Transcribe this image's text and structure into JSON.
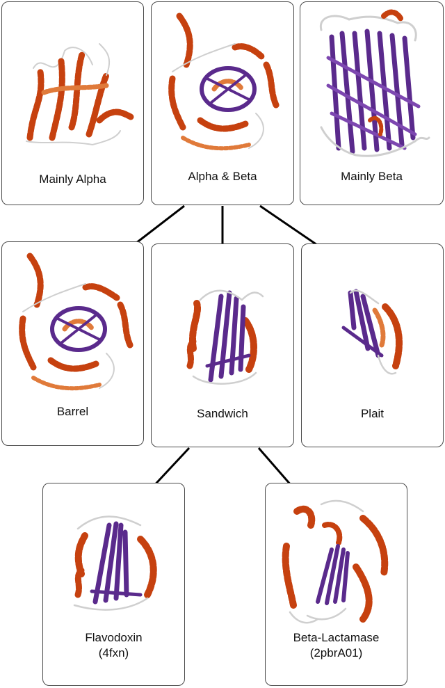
{
  "colors": {
    "helix": "#c6410f",
    "helix_light": "#e07a3a",
    "strand": "#5a2a8c",
    "coil": "#bdbdbd"
  },
  "row1": {
    "mainly_alpha": "Mainly Alpha",
    "alpha_beta": "Alpha & Beta",
    "mainly_beta": "Mainly Beta"
  },
  "row2": {
    "barrel": "Barrel",
    "sandwich": "Sandwich",
    "plait": "Plait"
  },
  "row3": {
    "flavodoxin": {
      "name": "Flavodoxin",
      "code": "(4fxn)"
    },
    "beta_lactamase": {
      "name": "Beta-Lactamase",
      "code": "(2pbrA01)"
    }
  }
}
